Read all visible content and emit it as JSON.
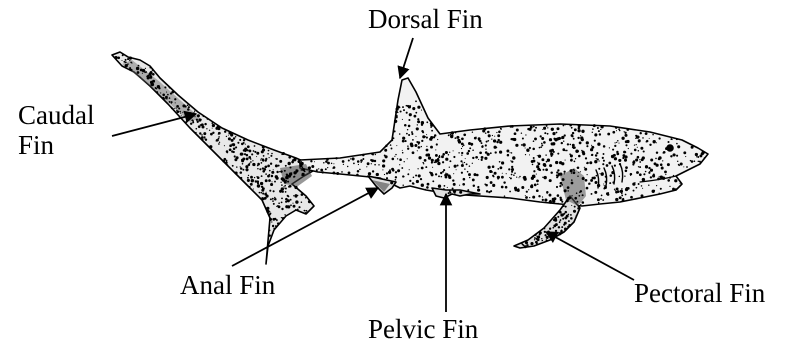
{
  "labels": {
    "dorsal": "Dorsal Fin",
    "caudal": "Caudal Fin",
    "anal": "Anal Fin",
    "pelvic": "Pelvic Fin",
    "pectoral": "Pectoral Fin"
  },
  "colors": {
    "ink": "#000000",
    "background": "#ffffff"
  }
}
